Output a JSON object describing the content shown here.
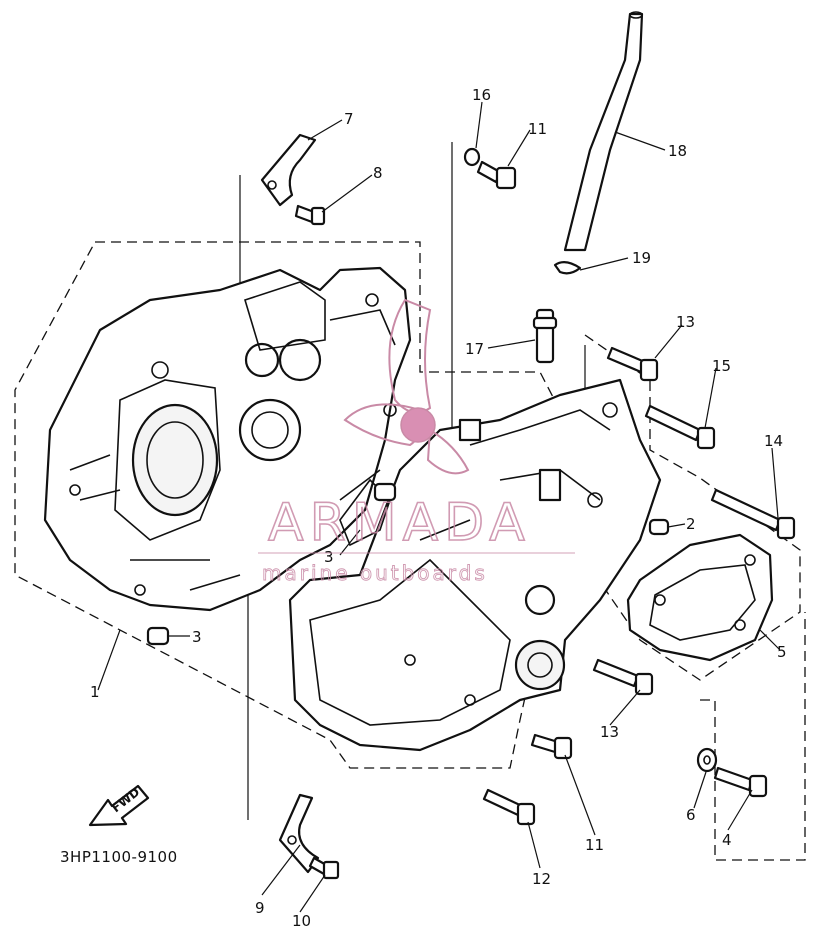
{
  "diagram": {
    "reference_code": "3HP1100-9100",
    "direction_label": "FWD",
    "callouts": [
      "1",
      "2",
      "3",
      "3",
      "4",
      "5",
      "6",
      "7",
      "8",
      "9",
      "10",
      "11",
      "11",
      "12",
      "13",
      "13",
      "14",
      "15",
      "16",
      "17",
      "18",
      "19"
    ]
  },
  "watermark": {
    "brand": "ARMADA",
    "tagline": "marine outboards",
    "color": "#c98aa6"
  }
}
